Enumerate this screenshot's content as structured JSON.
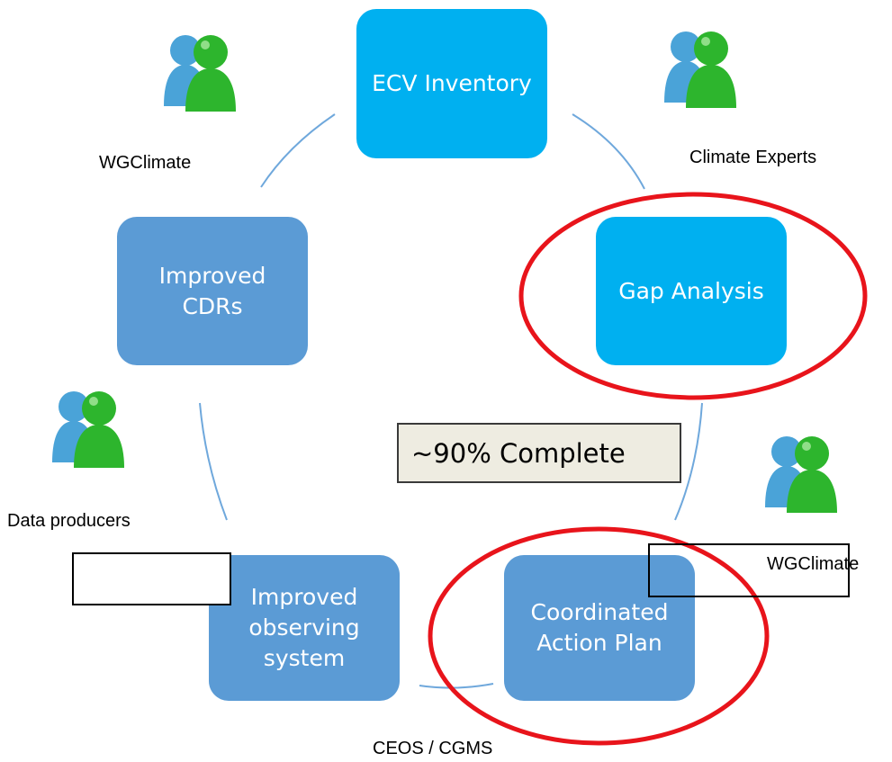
{
  "nodes": {
    "ecv_inventory": "ECV Inventory",
    "gap_analysis": "Gap Analysis",
    "coordinated_action_plan": "Coordinated\nAction Plan",
    "improved_observing_system": "Improved\nobserving\nsystem",
    "improved_cdrs": "Improved\nCDRs"
  },
  "actors": {
    "top_left": "WGClimate",
    "top_right": "Climate Experts",
    "right": "WGClimate",
    "left": "Data producers",
    "bottom": "CEOS / CGMS"
  },
  "progress": {
    "label": "~90% Complete",
    "percent": 90
  },
  "icons": [
    "people-icon",
    "people-icon",
    "people-icon",
    "people-icon"
  ],
  "colors": {
    "bright_box": "#00b0f0",
    "mid_box": "#5b9bd5",
    "connector": "#6fa8dc",
    "highlight_ring": "#e8141b",
    "person_back": "#4aa3d8",
    "person_front": "#2db52d"
  }
}
